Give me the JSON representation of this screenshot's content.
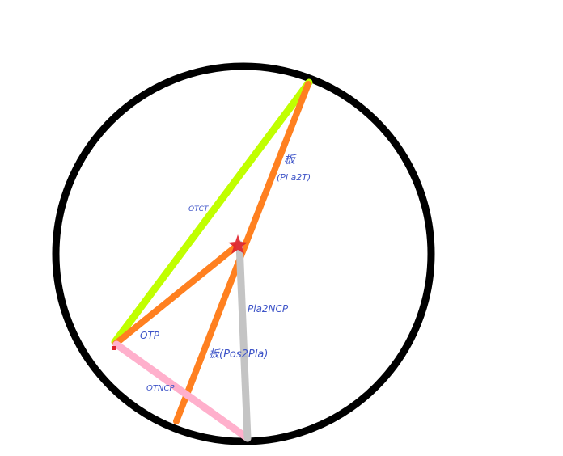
{
  "diagram": {
    "labels": {
      "otct": "OTCT",
      "plate_upper": "板",
      "plate_upper_sub": "(Pl a2T)",
      "pla2ncp": "Pla2NCP",
      "otp": "OTP",
      "plate_lower": "板(Pos2Pla)",
      "otncp": "OTNCP"
    },
    "colors": {
      "circle": "#000000",
      "otct_line": "#c0ff00",
      "orange_line": "#ff8020",
      "gray_line": "#c4c4c4",
      "pink_line": "#ffb0cc",
      "center_mark": "#e0202a",
      "text": "#3f55c8"
    },
    "icons": {
      "center": "star-icon",
      "left_vertex": "small-red-marker-icon"
    }
  }
}
